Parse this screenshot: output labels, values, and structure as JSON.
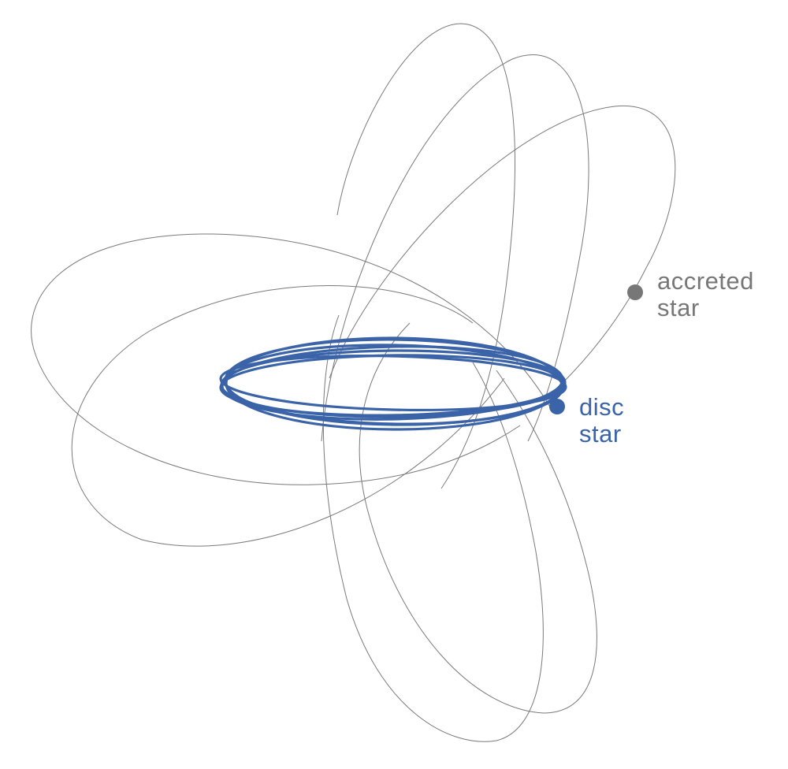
{
  "labels": {
    "accreted_line1": "accreted",
    "accreted_line2": "star",
    "disc_line1": "disc",
    "disc_line2": "star"
  },
  "colors": {
    "accreted": "#777777",
    "disc": "#3a63a8",
    "background": "#ffffff"
  }
}
